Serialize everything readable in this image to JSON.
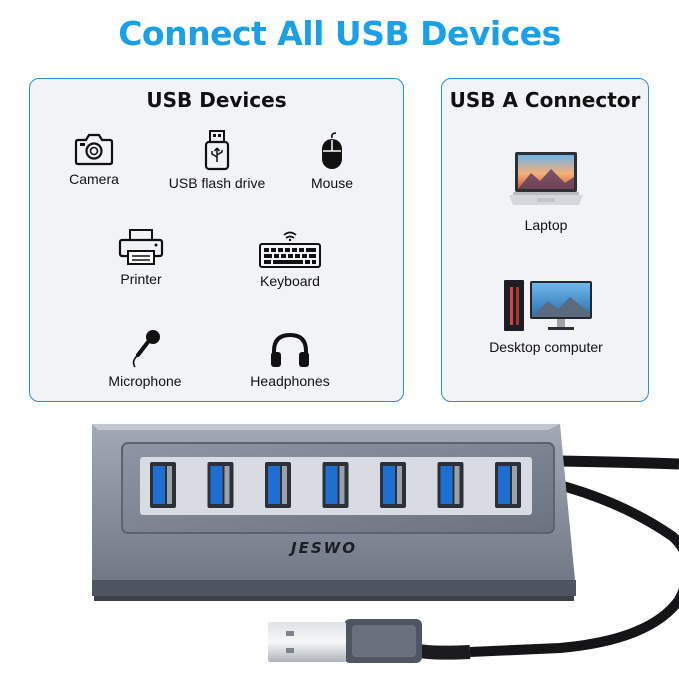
{
  "headline": "Connect All USB Devices",
  "usb_devices": {
    "title": "USB Devices",
    "items": [
      {
        "label": "Camera",
        "icon": "camera-icon"
      },
      {
        "label": "USB flash drive",
        "icon": "usb-flash-drive-icon"
      },
      {
        "label": "Mouse",
        "icon": "mouse-icon"
      },
      {
        "label": "Printer",
        "icon": "printer-icon"
      },
      {
        "label": "Keyboard",
        "icon": "keyboard-icon"
      },
      {
        "label": "Microphone",
        "icon": "microphone-icon"
      },
      {
        "label": "Headphones",
        "icon": "headphones-icon"
      }
    ]
  },
  "usb_a_connector": {
    "title": "USB A Connector",
    "items": [
      {
        "label": "Laptop",
        "icon": "laptop-icon"
      },
      {
        "label": "Desktop computer",
        "icon": "desktop-computer-icon"
      }
    ]
  },
  "hub": {
    "brand": "JESWO",
    "port_count": 7,
    "port_color": "#1e6fd0"
  },
  "colors": {
    "accent": "#1aa0e8",
    "border": "#2a8fd6",
    "panel_bg": "#f1f3f6"
  }
}
